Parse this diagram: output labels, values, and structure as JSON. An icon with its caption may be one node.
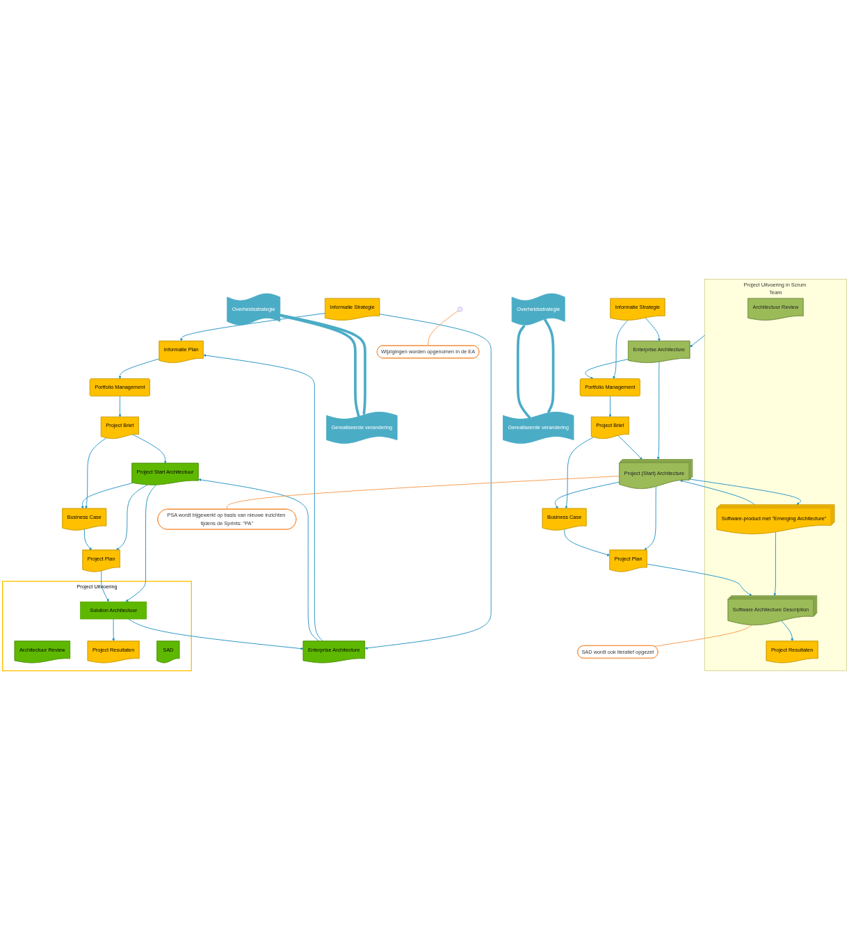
{
  "diagram": {
    "nodes": [
      {
        "text": [
          "Informatie Strategie"
        ]
      },
      {
        "text": [
          "Informatie Plan"
        ]
      },
      {
        "text": [
          "Overheidsstrategie"
        ]
      },
      {
        "text": [
          "Portfolio Management"
        ]
      },
      {
        "text": [
          "Enterprise Architecture"
        ]
      },
      {
        "text": [
          "Project Brief"
        ]
      },
      {
        "text": [
          "Project Start Architectuur"
        ]
      },
      {
        "text": [
          "Gerealiseerde verandering"
        ]
      },
      {
        "text": [
          "Project Uitvoering"
        ]
      },
      {
        "text": [
          "Architectuur Review"
        ],
        "in": 8
      },
      {
        "text": [
          "Project Resultaten"
        ],
        "in": 8
      },
      {
        "text": [
          "Solution Architectuur"
        ],
        "in": 8
      },
      {
        "text": [
          "SAD"
        ],
        "in": 8
      },
      {
        "text": [
          "Project Plan"
        ]
      },
      {
        "text": [
          "Business Case"
        ]
      },
      {
        "text": [
          "Informatie Strategie"
        ]
      },
      {
        "text": [
          "Overheidsstrategie"
        ]
      },
      {
        "text": [
          "Portfolio Management"
        ]
      },
      {
        "text": [
          "Enterprise Architecture"
        ]
      },
      {
        "text": [
          "Project Brief"
        ]
      },
      {
        "text": [
          "Project (Start) Architecture"
        ]
      },
      {
        "text": [
          "Gerealiseerde verandering"
        ]
      },
      {
        "text": [
          "Project Uitvoering in Scrum Team"
        ]
      },
      {
        "text": [
          "Architectuur Review"
        ],
        "in": 22
      },
      {
        "text": [
          "Software-product met \"Emerging Architecture\""
        ],
        "in": 22
      },
      {
        "text": [
          "Project Resultaten"
        ],
        "in": 22
      },
      {
        "text": [
          "Software Architecture Description"
        ],
        "in": 22
      },
      {
        "text": [
          "Project Plan"
        ]
      },
      {
        "text": [
          "Business Case"
        ]
      },
      {
        "text": [
          "Wijzigingen worden opgenomen in de EA"
        ]
      },
      {
        "text": [
          "PSA wordt bijgewerkt op basis van nieuwe inzichten tijdens de Sprints: \"PA\""
        ]
      },
      {
        "text": [
          "SAD wordt ook iteratief opgezet"
        ]
      }
    ],
    "edges": [
      {
        "from": 0,
        "to": 1,
        "arrow": "to"
      },
      {
        "from": 0,
        "to": 4,
        "arrow": "to"
      },
      {
        "from": 4,
        "to": 1,
        "arrow": "to"
      },
      {
        "from": 1,
        "to": 3,
        "arrow": "to"
      },
      {
        "from": 3,
        "to": 5,
        "arrow": "to"
      },
      {
        "from": 4,
        "to": 6,
        "arrow": "to"
      },
      {
        "from": 5,
        "to": 6,
        "arrow": "to"
      },
      {
        "from": 5,
        "to": 14,
        "arrow": "to"
      },
      {
        "from": 6,
        "to": 13,
        "arrow": "to"
      },
      {
        "from": 6,
        "to": 11,
        "arrow": "to"
      },
      {
        "from": 6,
        "to": 14,
        "arrow": "to"
      },
      {
        "from": 14,
        "to": 13,
        "arrow": "to"
      },
      {
        "from": 13,
        "to": 11,
        "arrow": "to"
      },
      {
        "from": 11,
        "to": 10,
        "arrow": "to"
      },
      {
        "from": 11,
        "to": 4,
        "arrow": "to"
      },
      {
        "from": 2,
        "to": 7,
        "arrow": "to",
        "style": "thick",
        "color": "#4bacc6"
      },
      {
        "from": 7,
        "to": 2,
        "arrow": "to",
        "style": "thick",
        "color": "#4bacc6"
      },
      {
        "from": 15,
        "to": 17,
        "arrow": "to"
      },
      {
        "from": 15,
        "to": 18,
        "arrow": "to"
      },
      {
        "from": 18,
        "to": 17,
        "arrow": "to"
      },
      {
        "from": 17,
        "to": 19,
        "arrow": "to"
      },
      {
        "from": 18,
        "to": 20,
        "arrow": "to"
      },
      {
        "from": 19,
        "to": 20,
        "arrow": "to"
      },
      {
        "from": 19,
        "to": 28,
        "arrow": "to"
      },
      {
        "from": 20,
        "to": 27,
        "arrow": "to"
      },
      {
        "from": 20,
        "to": 28,
        "arrow": "to"
      },
      {
        "from": 20,
        "to": 24,
        "arrow": "to"
      },
      {
        "from": 24,
        "to": 20,
        "arrow": "to"
      },
      {
        "from": 24,
        "to": 26,
        "arrow": "to"
      },
      {
        "from": 28,
        "to": 27,
        "arrow": "to"
      },
      {
        "from": 27,
        "to": 26,
        "arrow": "to"
      },
      {
        "from": 26,
        "to": 25,
        "arrow": "to"
      },
      {
        "from": 22,
        "to": 18,
        "arrow": "to"
      },
      {
        "from": 16,
        "to": 21,
        "arrow": "to",
        "style": "thick",
        "color": "#4bacc6"
      },
      {
        "from": 21,
        "to": 16,
        "arrow": "to",
        "style": "thick",
        "color": "#4bacc6"
      },
      {
        "from": 29,
        "to": null,
        "arrow": "none",
        "color": "#f79646"
      },
      {
        "from": 30,
        "to": 20,
        "arrow": "none",
        "color": "#f79646"
      },
      {
        "from": 31,
        "to": 26,
        "arrow": "none",
        "color": "#f79646"
      }
    ]
  }
}
